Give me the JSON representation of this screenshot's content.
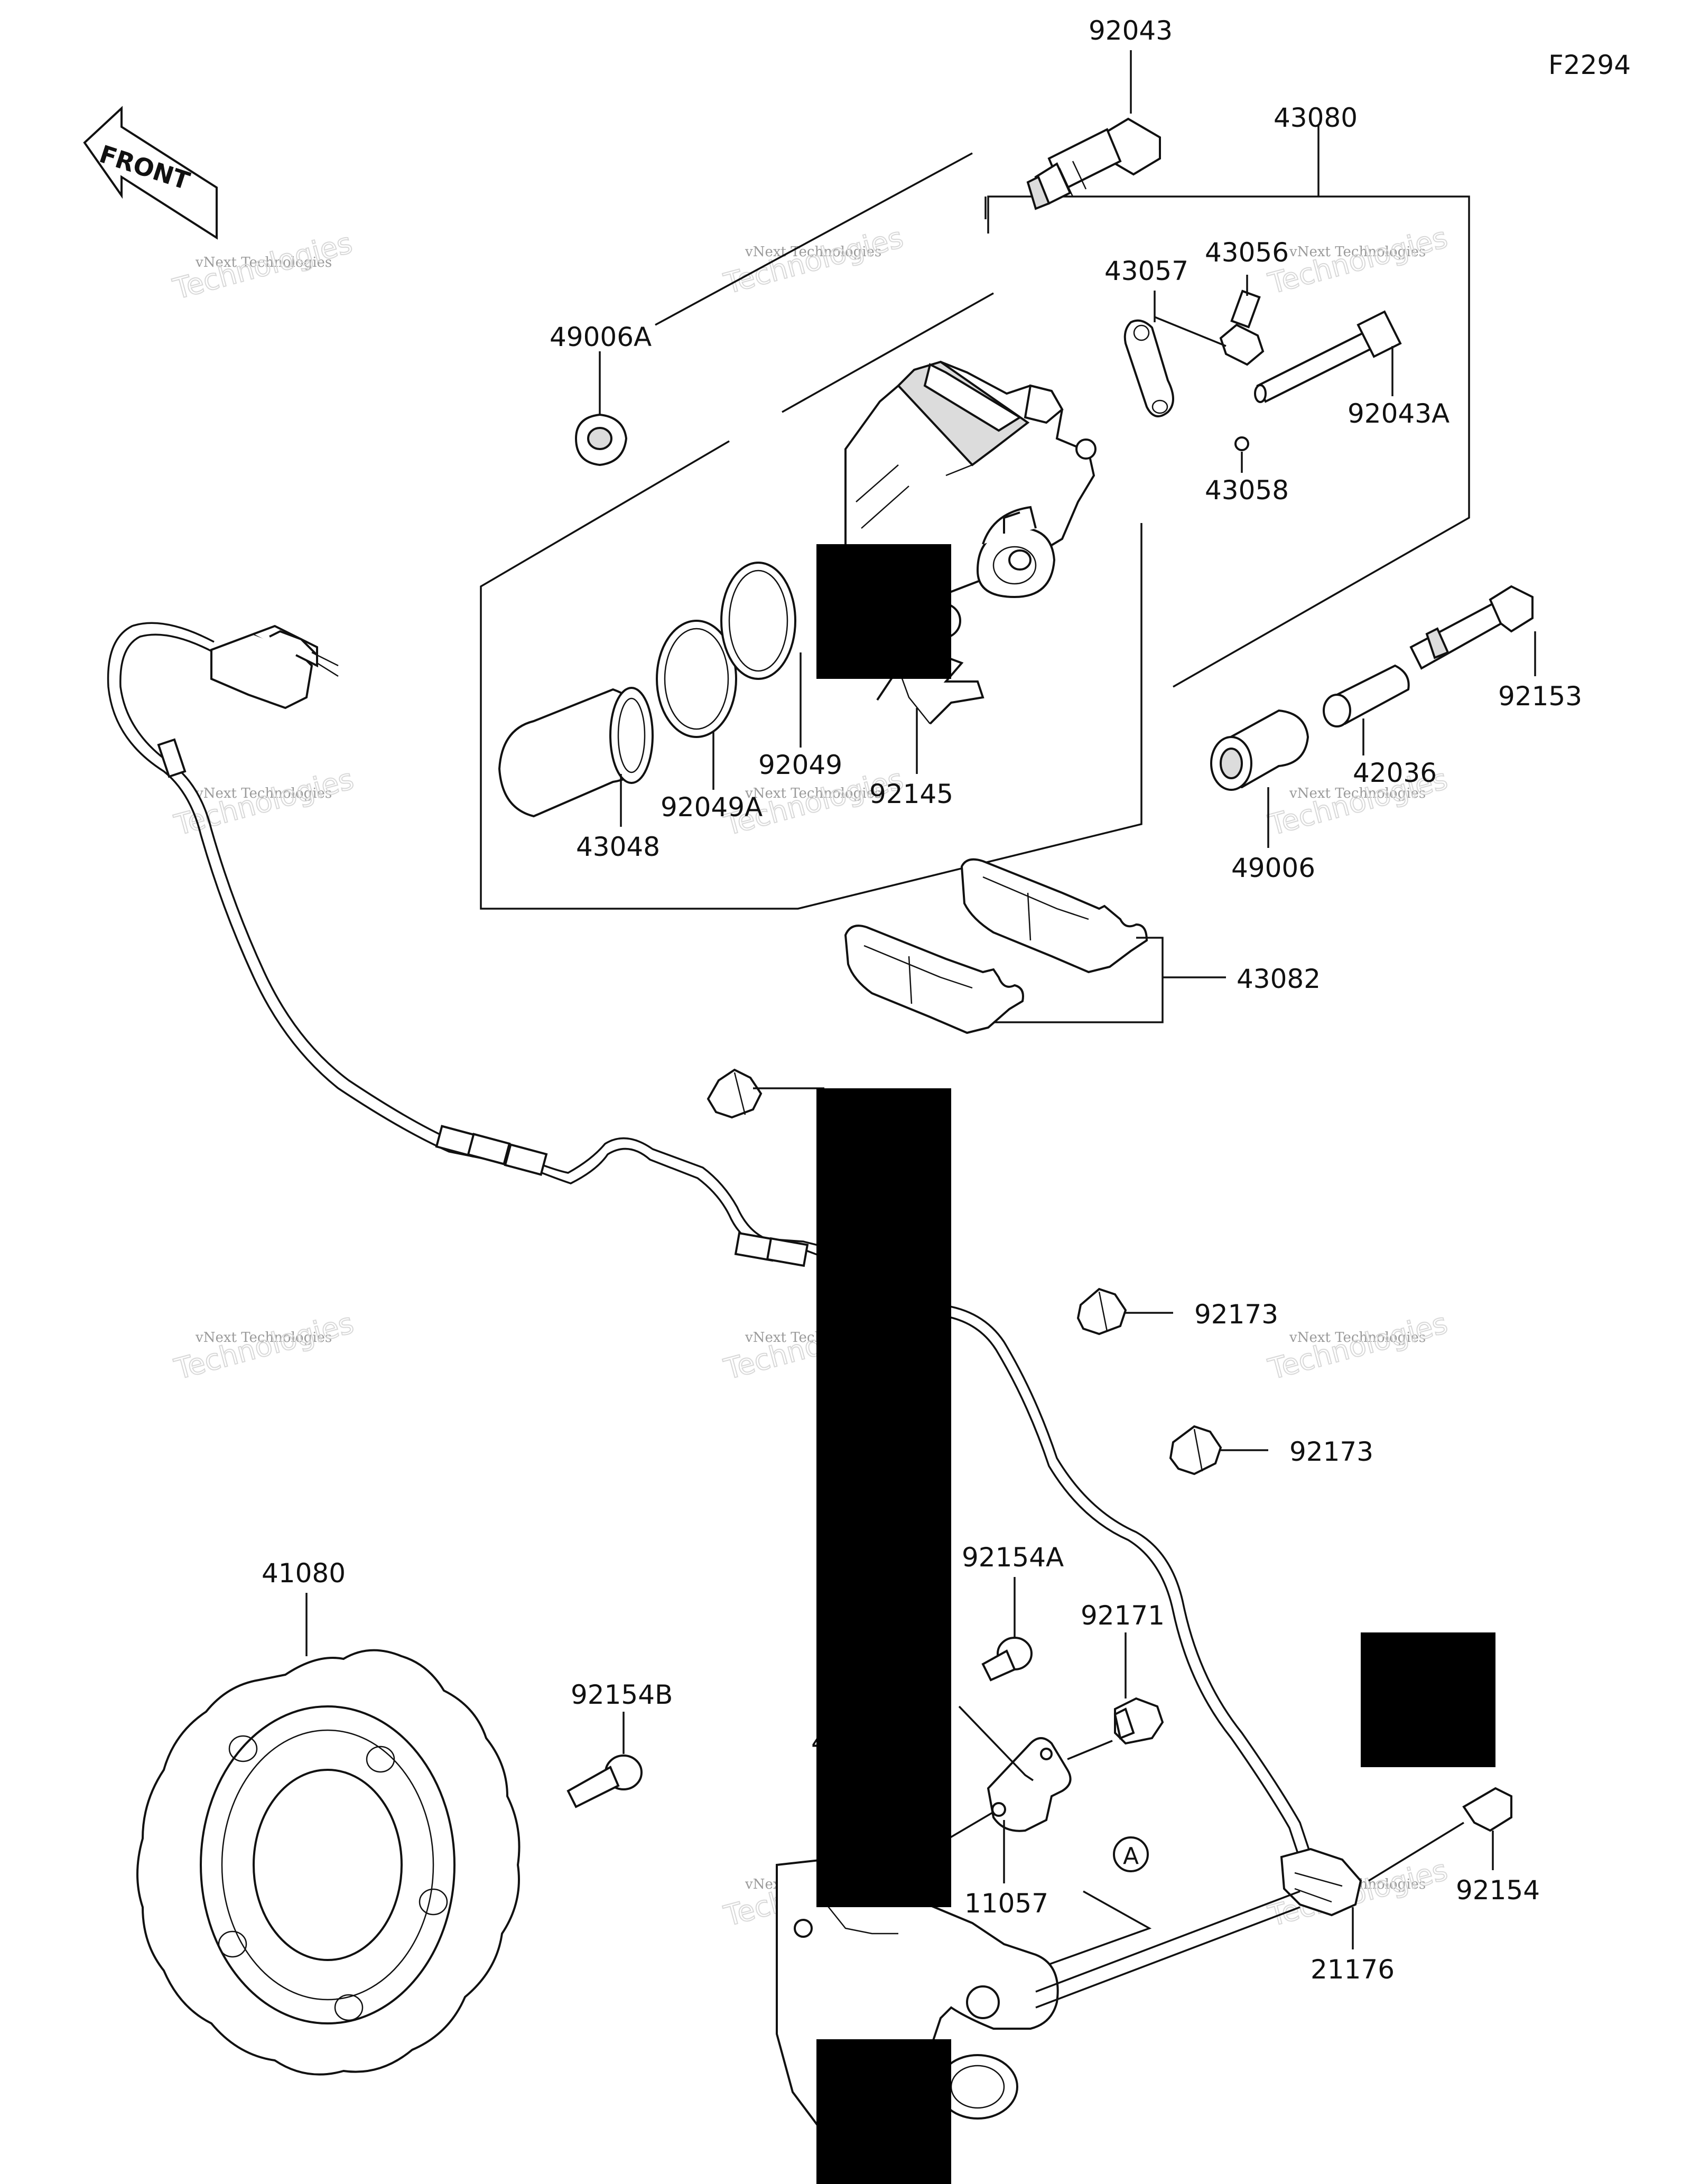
{
  "figure_code": "F2294",
  "front_label": "FRONT",
  "circle_marker": "A",
  "watermark": {
    "line1": "vNext Technologies",
    "line2": "vNext",
    "line3": "Technologies"
  },
  "part_numbers": {
    "p92043": "92043",
    "p43080": "43080",
    "p43057": "43057",
    "p43056": "43056",
    "p49006A": "49006A",
    "p92043A": "92043A",
    "p43058": "43058",
    "p92153": "92153",
    "p92049": "92049",
    "p92145": "92145",
    "p92049A": "92049A",
    "p43048": "43048",
    "p42036": "42036",
    "p49006": "49006",
    "p43082": "43082",
    "p92173a": "92173",
    "p92173b": "92173",
    "p92154A": "92154A",
    "p92171": "92171",
    "p41080": "41080",
    "p92154B": "92154B",
    "p11057": "11057",
    "p92154": "92154",
    "p21176": "21176"
  }
}
